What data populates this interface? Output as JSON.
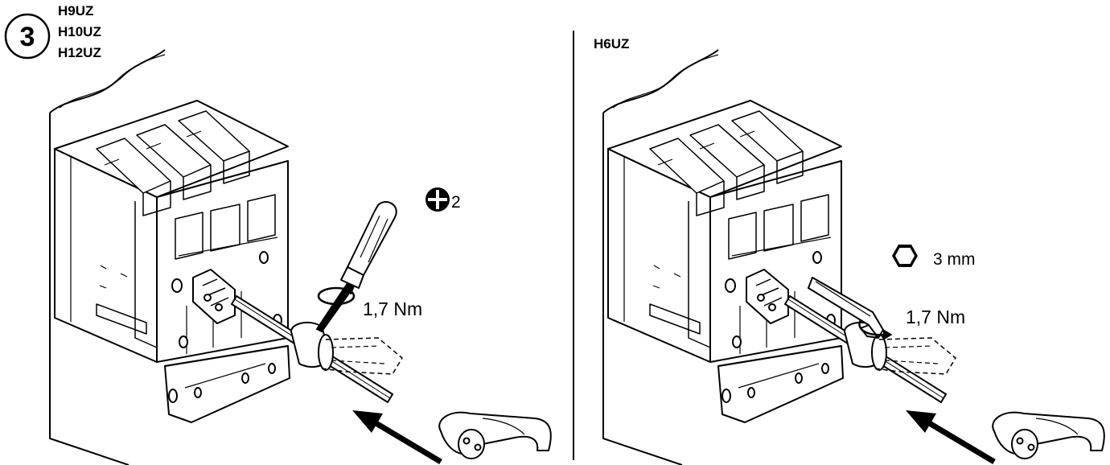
{
  "step": {
    "number": "3"
  },
  "left_panel": {
    "models": [
      "H9UZ",
      "H10UZ",
      "H12UZ"
    ],
    "tool_size": "2",
    "torque": "1,7 Nm"
  },
  "right_panel": {
    "model": "H6UZ",
    "tool_size": "3 mm",
    "torque": "1,7 Nm"
  },
  "icons": {
    "phillips": "phillips-screwdriver-icon",
    "hex": "hex-key-icon",
    "rotation": "rotation-arrow-icon",
    "insert_arrow": "arrow-icon"
  }
}
